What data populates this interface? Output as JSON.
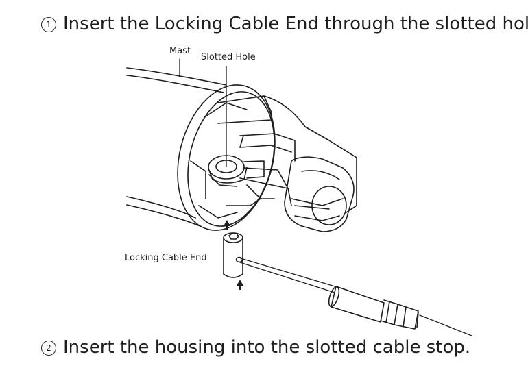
{
  "steps": [
    {
      "number": "1",
      "text": "Insert the Locking Cable End through the slotted hole."
    },
    {
      "number": "2",
      "text": "Insert the housing into the slotted cable stop."
    }
  ],
  "labels": {
    "mast": "Mast",
    "slotted_hole": "Slotted Hole",
    "locking_cable_end": "Locking Cable End"
  },
  "colors": {
    "line": "#1e1e1e",
    "background": "#ffffff"
  }
}
